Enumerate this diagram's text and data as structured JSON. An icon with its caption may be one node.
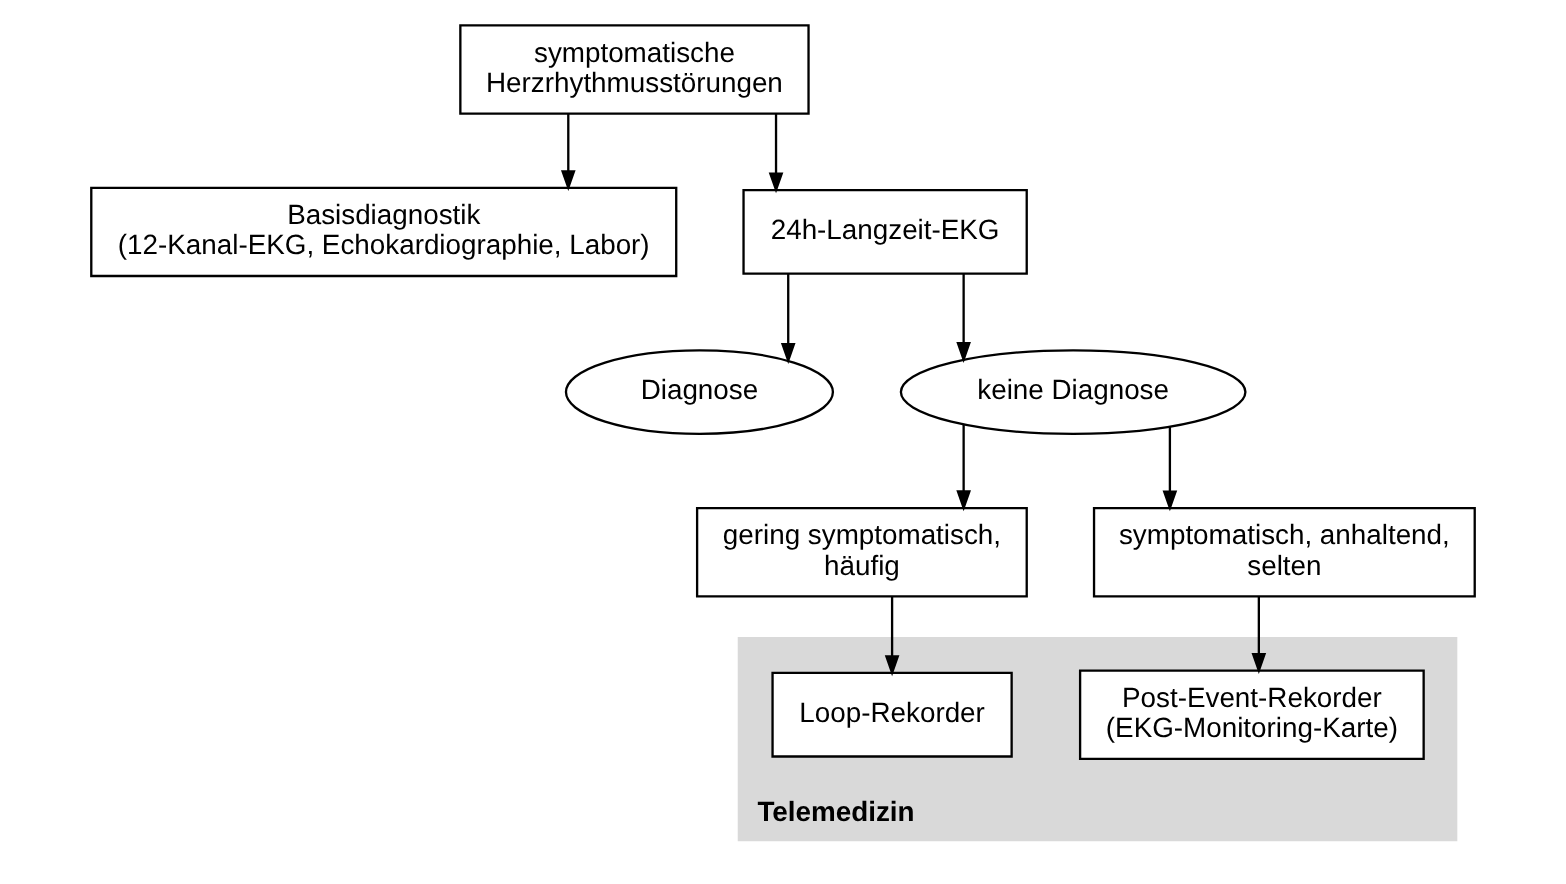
{
  "diagram": {
    "nodes": [
      {
        "text": [
          "symptomatische Herzrhythmusstörungen"
        ]
      },
      {
        "text": [
          "Basisdiagnostik (12-Kanal-EKG, Echokardiographie, Labor)"
        ]
      },
      {
        "text": [
          "24h-Langzeit-EKG"
        ]
      },
      {
        "text": [
          "Diagnose"
        ]
      },
      {
        "text": [
          "keine Diagnose"
        ]
      },
      {
        "text": [
          "gering symptomatisch, häufig"
        ]
      },
      {
        "text": [
          "symptomatisch, anhaltend, selten"
        ]
      },
      {
        "text": [
          "Telemedizin"
        ]
      },
      {
        "text": [
          "Loop-Rekorder"
        ],
        "in": 7
      },
      {
        "text": [
          "Post-Event-Rekorder (EKG-Monitoring-Karte)"
        ],
        "in": 7
      }
    ],
    "edges": [
      {
        "from": 0,
        "to": 1,
        "arrow": "to"
      },
      {
        "from": 0,
        "to": 2,
        "arrow": "to"
      },
      {
        "from": 2,
        "to": 3,
        "arrow": "to"
      },
      {
        "from": 2,
        "to": 4,
        "arrow": "to"
      },
      {
        "from": 4,
        "to": 5,
        "arrow": "to"
      },
      {
        "from": 4,
        "to": 6,
        "arrow": "to"
      },
      {
        "from": 5,
        "to": 8,
        "arrow": "to"
      },
      {
        "from": 6,
        "to": 9,
        "arrow": "to"
      }
    ]
  }
}
